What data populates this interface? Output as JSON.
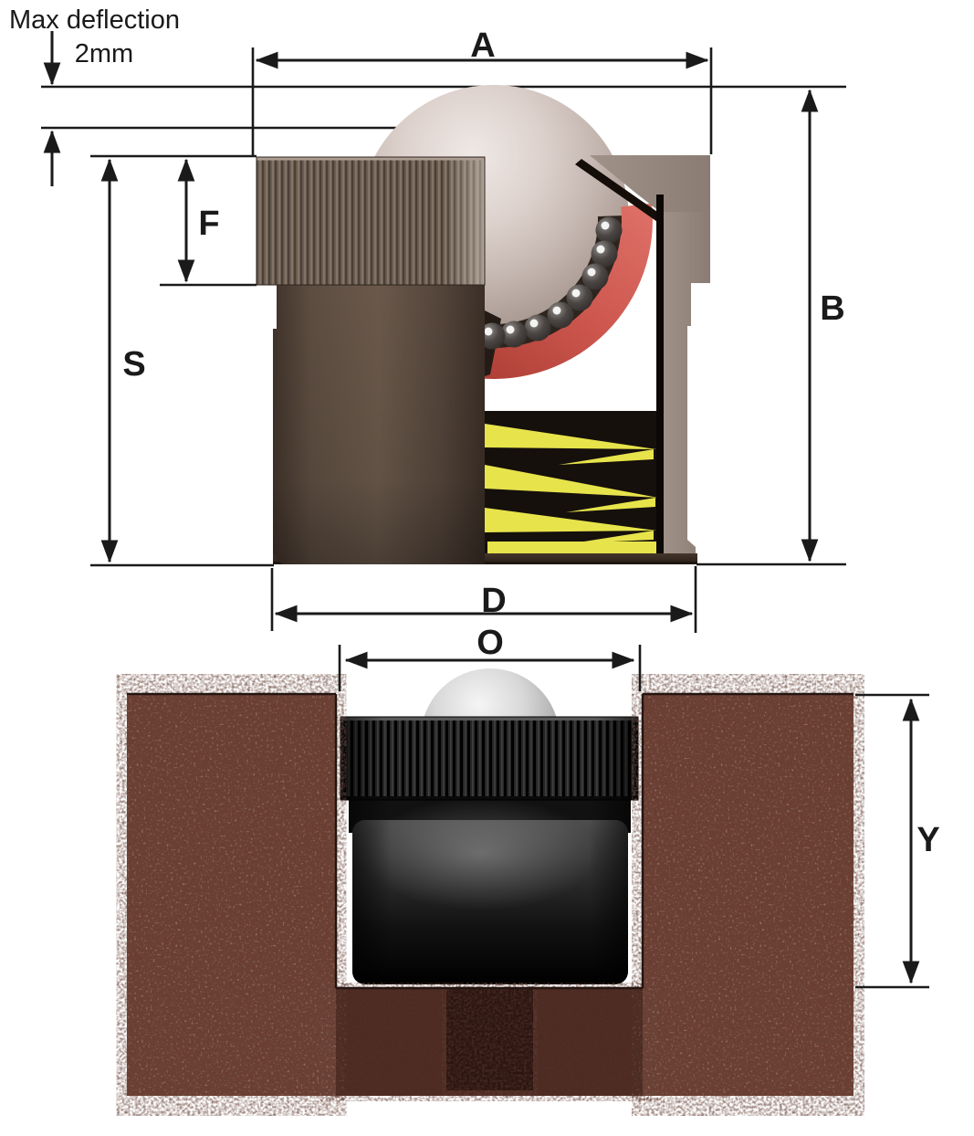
{
  "page": {
    "description": "Spring-loaded ball transfer unit: cutaway dimension drawing (top) and installation-in-hole view (bottom)"
  },
  "annotations": {
    "max_deflection": "Max deflection",
    "max_deflection_value": "2mm"
  },
  "dimension_labels": {
    "a": "A",
    "b": "B",
    "f": "F",
    "s": "S",
    "d": "D",
    "o": "O",
    "y": "Y"
  },
  "colors": {
    "line": "#1a1a1a",
    "housing_front": "#5f4f44",
    "housing_cut_face": "#95877d",
    "bearing_race": "#cd5a52",
    "spring": "#e7e34b",
    "interior_shadow": "#15100c",
    "cavity": "#ffffff",
    "upper_ball": "#cdc1ba",
    "lower_unit": "#141414",
    "lower_ball": "#c9c9c9",
    "mounting_block": "#6a3d30",
    "counterbore_shadow": "#2c1510"
  }
}
